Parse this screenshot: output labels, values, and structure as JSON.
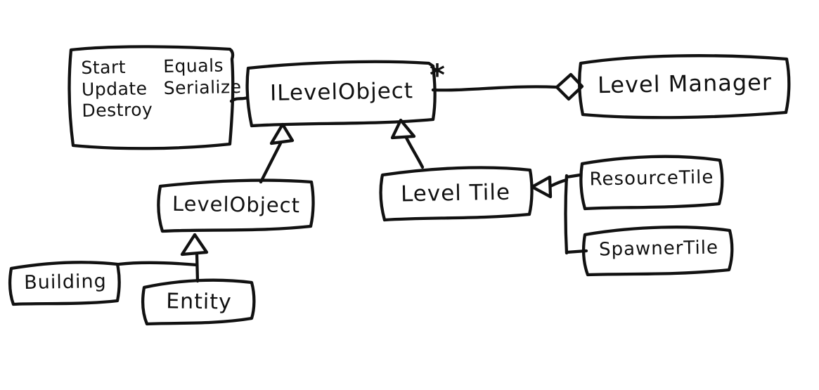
{
  "diagram": {
    "background": "#ffffff",
    "ink_color": "#111111",
    "note": {
      "left": [
        "Start",
        "Update",
        "Destroy"
      ],
      "right": [
        "Equals",
        "Serialize"
      ]
    },
    "nodes": {
      "ilevelobject": "ILevelObject",
      "levelmanager": "Level Manager",
      "levelobject": "LevelObject",
      "leveltile": "Level Tile",
      "resourcetile": "ResourceTile",
      "spawnertile": "SpawnerTile",
      "building": "Building",
      "entity": "Entity"
    },
    "multiplicity": "*",
    "relationships": [
      {
        "from": "LevelObject",
        "to": "ILevelObject",
        "type": "inheritance"
      },
      {
        "from": "LevelTile",
        "to": "ILevelObject",
        "type": "inheritance"
      },
      {
        "from": "Building",
        "to": "LevelObject",
        "type": "inheritance"
      },
      {
        "from": "Entity",
        "to": "LevelObject",
        "type": "inheritance"
      },
      {
        "from": "ResourceTile",
        "to": "LevelTile",
        "type": "inheritance"
      },
      {
        "from": "SpawnerTile",
        "to": "LevelTile",
        "type": "inheritance"
      },
      {
        "from": "ILevelObject",
        "to": "LevelManager",
        "type": "aggregation",
        "multiplicity": "*"
      },
      {
        "from": "MethodsNote",
        "to": "ILevelObject",
        "type": "note-link"
      }
    ]
  }
}
